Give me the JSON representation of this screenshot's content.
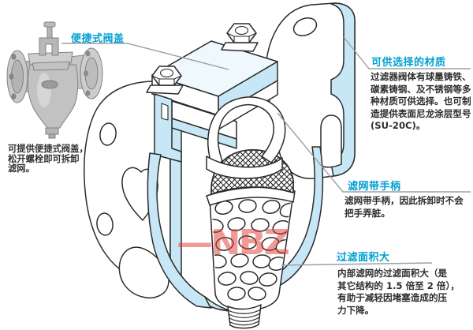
{
  "colors": {
    "accent": "#00a0d2",
    "cut_surface": "#c7e7f6",
    "leader_line": "#9aa0a6",
    "watermark_red": "#e03a34",
    "body_text": "#2e2e2e"
  },
  "photo": {
    "caption": "可提供便捷式阀盖，\n松开螺栓即可拆卸\n滤网。"
  },
  "callouts": {
    "bonnet": {
      "title": "便捷式阀盖"
    },
    "materials": {
      "title": "可供选择的材质",
      "body": "过滤器阀体有球墨铸铁、\n碳素铸钢、及不锈钢等多\n种材质可供选择。也可制\n造提供表面尼龙涂层型号\n(SU-20C)。"
    },
    "handle": {
      "title": "滤网带手柄",
      "body": "滤网带手柄，因此拆卸时不会\n把手弄脏。"
    },
    "area": {
      "title": "过滤面积大",
      "body": "内部滤网的过滤面积大（是\n其它结构的 1.5 倍至 2 倍），\n有助于减轻因堵塞造成的压\n力下降。"
    }
  },
  "watermark": {
    "text": "—NBZ"
  }
}
